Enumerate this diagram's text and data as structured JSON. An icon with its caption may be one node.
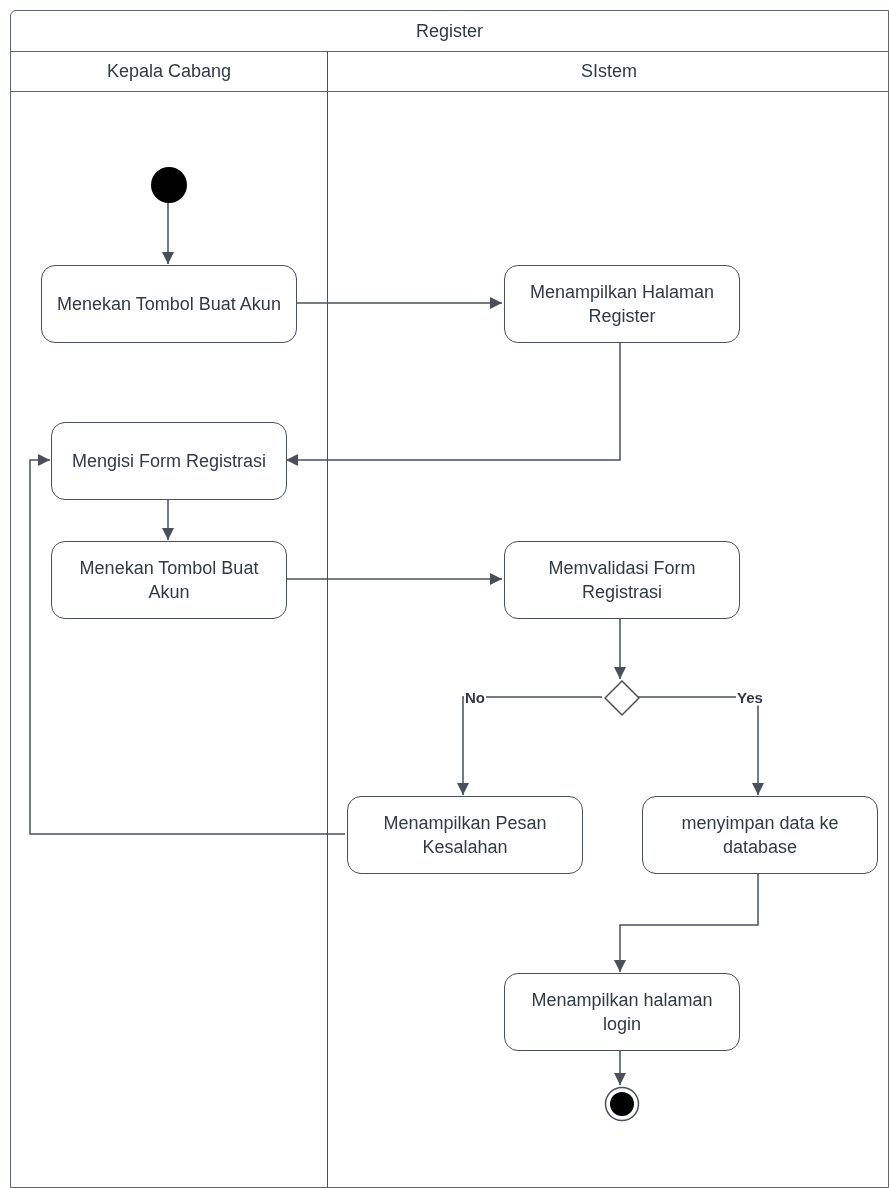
{
  "diagram": {
    "nodes": [
      {
        "text": [
          "Register"
        ]
      },
      {
        "text": [
          "Kepala Cabang"
        ],
        "in": 0
      },
      {
        "text": [
          "SIstem"
        ],
        "in": 0
      },
      {
        "text": [],
        "shape": "circle",
        "in": 1
      },
      {
        "text": [
          "Menekan Tombol Buat Akun"
        ],
        "in": 1
      },
      {
        "text": [
          "Menampilkan Halaman Register"
        ],
        "in": 2
      },
      {
        "text": [
          "Mengisi Form Registrasi"
        ],
        "in": 1
      },
      {
        "text": [
          "Menekan Tombol Buat Akun"
        ],
        "in": 1
      },
      {
        "text": [
          "Memvalidasi Form Registrasi"
        ],
        "in": 2
      },
      {
        "text": [],
        "shape": "diamond",
        "in": 2
      },
      {
        "text": [
          "Menampilkan Pesan Kesalahan"
        ],
        "in": 2
      },
      {
        "text": [
          "menyimpan data ke database"
        ],
        "in": 2
      },
      {
        "text": [
          "Menampilkan halaman login"
        ],
        "in": 2
      },
      {
        "text": [],
        "shape": "bullseye",
        "in": 2
      }
    ],
    "edges": [
      {
        "from": 3,
        "to": 4,
        "arrow": "to"
      },
      {
        "from": 4,
        "to": 5,
        "arrow": "to"
      },
      {
        "from": 5,
        "to": 6,
        "arrow": "to"
      },
      {
        "from": 6,
        "to": 7,
        "arrow": "to"
      },
      {
        "from": 7,
        "to": 8,
        "arrow": "to"
      },
      {
        "from": 8,
        "to": 9,
        "arrow": "to"
      },
      {
        "from": 9,
        "to": 10,
        "arrow": "to",
        "label": "No"
      },
      {
        "from": 9,
        "to": 11,
        "arrow": "to",
        "label": "Yes"
      },
      {
        "from": 10,
        "to": 6,
        "arrow": "to"
      },
      {
        "from": 11,
        "to": 12,
        "arrow": "to"
      },
      {
        "from": 12,
        "to": 13,
        "arrow": "to"
      }
    ]
  }
}
